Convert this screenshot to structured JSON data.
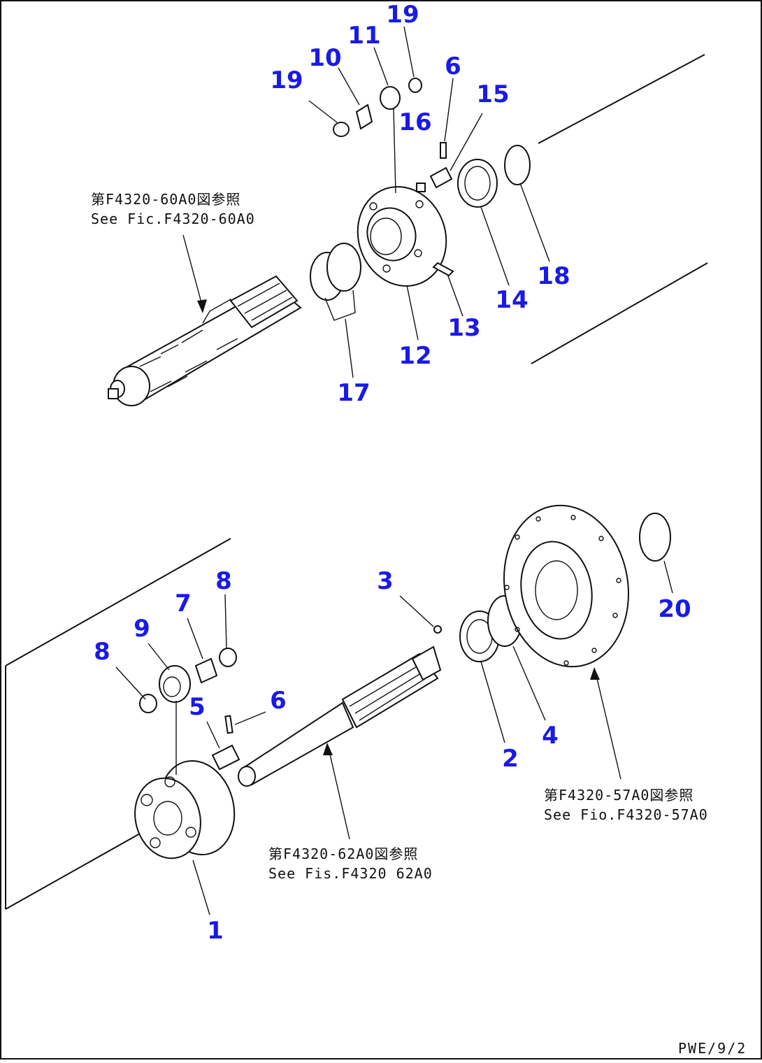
{
  "callouts": [
    {
      "id": "19a",
      "label": "19"
    },
    {
      "id": "19b",
      "label": "19"
    },
    {
      "id": "10",
      "label": "10"
    },
    {
      "id": "11",
      "label": "11"
    },
    {
      "id": "6a",
      "label": "6"
    },
    {
      "id": "15",
      "label": "15"
    },
    {
      "id": "16",
      "label": "16"
    },
    {
      "id": "18",
      "label": "18"
    },
    {
      "id": "14",
      "label": "14"
    },
    {
      "id": "13",
      "label": "13"
    },
    {
      "id": "12",
      "label": "12"
    },
    {
      "id": "17",
      "label": "17"
    },
    {
      "id": "3",
      "label": "3"
    },
    {
      "id": "8a",
      "label": "8"
    },
    {
      "id": "7",
      "label": "7"
    },
    {
      "id": "9",
      "label": "9"
    },
    {
      "id": "8b",
      "label": "8"
    },
    {
      "id": "5",
      "label": "5"
    },
    {
      "id": "6b",
      "label": "6"
    },
    {
      "id": "2",
      "label": "2"
    },
    {
      "id": "4",
      "label": "4"
    },
    {
      "id": "20",
      "label": "20"
    },
    {
      "id": "1",
      "label": "1"
    }
  ],
  "references": {
    "upper_jp": "第F4320-60A0図参照",
    "upper_en": "See Fic.F4320-60A0",
    "middle_jp": "第F4320-62A0図参照",
    "middle_en": "See Fis.F4320 62A0",
    "right_jp": "第F4320-57A0図参照",
    "right_en": "See Fio.F4320-57A0"
  },
  "drawing_code": "PWE/9/2",
  "colors": {
    "callout": "#1a1ae6",
    "line": "#111111",
    "background": "#ffffff"
  }
}
